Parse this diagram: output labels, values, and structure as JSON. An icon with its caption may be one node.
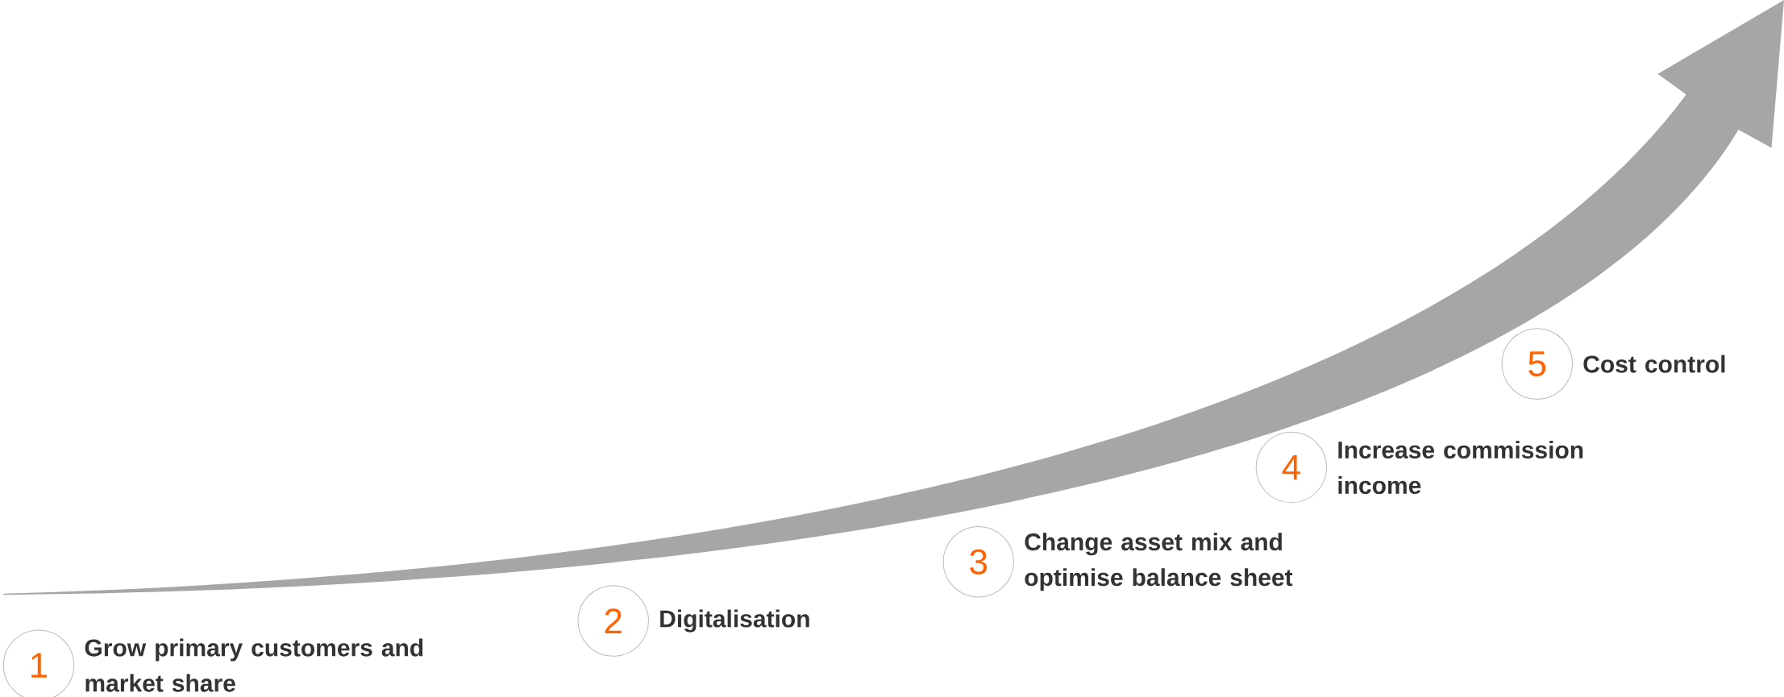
{
  "diagram": {
    "nodes": [
      {
        "text": [
          "1"
        ],
        "beside": [
          "Grow primary customers and market share"
        ]
      },
      {
        "text": [
          "2"
        ],
        "beside": [
          "Digitalisation"
        ]
      },
      {
        "text": [
          "3"
        ],
        "beside": [
          "Change asset mix and optimise balance sheet"
        ]
      },
      {
        "text": [
          "4"
        ],
        "beside": [
          "Increase commission income"
        ]
      },
      {
        "text": [
          "5"
        ],
        "beside": [
          "Cost control"
        ]
      }
    ]
  }
}
